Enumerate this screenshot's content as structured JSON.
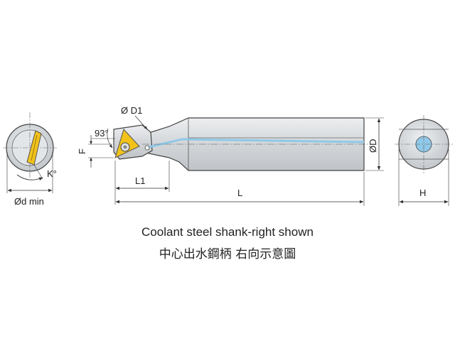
{
  "labels": {
    "d1": "Ø D1",
    "angle": "93°",
    "f": "F",
    "l1": "L1",
    "l": "L",
    "od": "ØD",
    "h": "H",
    "kappa": "K°",
    "dmin": "Ød min"
  },
  "caption": {
    "english": "Coolant steel shank-right shown",
    "chinese": "中心出水鋼柄  右向示意圖"
  },
  "colors": {
    "shank_fill": "#d7d9dc",
    "insert": "#f2c21b",
    "coolant": "#8fc8e8",
    "outline": "#444444",
    "centerline": "#666666"
  },
  "icons": {
    "insert_screw": "torx-screw-icon",
    "coolant_hole": "coolant-hole-icon"
  }
}
